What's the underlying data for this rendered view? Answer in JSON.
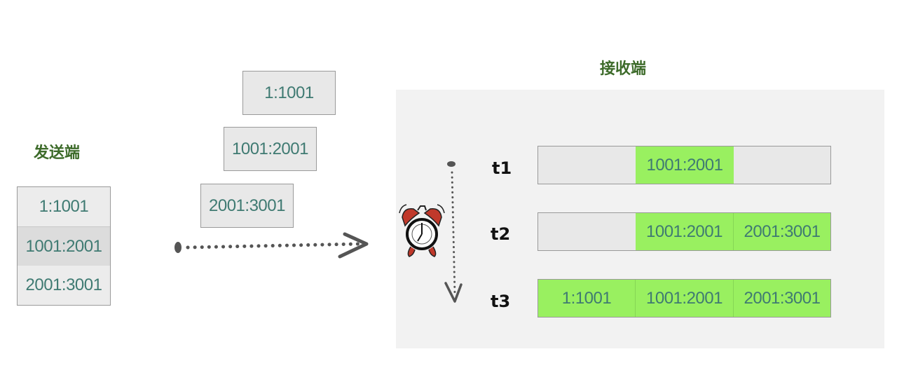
{
  "sender": {
    "title": "发送端",
    "segments": [
      "1:1001",
      "1001:2001",
      "2001:3001"
    ]
  },
  "in_flight": [
    "1:1001",
    "1001:2001",
    "2001:3001"
  ],
  "receiver": {
    "title": "接收端",
    "rows": [
      {
        "label": "t1",
        "slots": [
          "",
          "1001:2001",
          ""
        ]
      },
      {
        "label": "t2",
        "slots": [
          "",
          "1001:2001",
          "2001:3001"
        ]
      },
      {
        "label": "t3",
        "slots": [
          "1:1001",
          "1001:2001",
          "2001:3001"
        ]
      }
    ]
  },
  "icons": [
    "alarm-clock-icon",
    "dotted-arrow-right-icon",
    "dotted-arrow-down-icon"
  ],
  "colors": {
    "title_green": "#3d6b2a",
    "text_teal": "#3f7a72",
    "filled_green": "#99f060",
    "panel_gray": "#f2f2f2"
  }
}
